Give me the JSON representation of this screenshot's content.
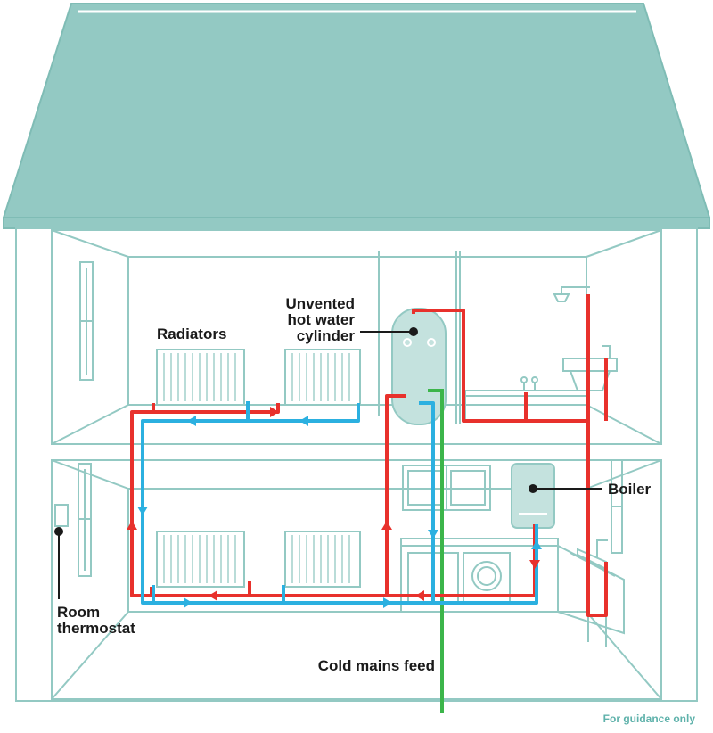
{
  "labels": {
    "radiators": "Radiators",
    "cylinder_line1": "Unvented",
    "cylinder_line2": "hot water",
    "cylinder_line3": "cylinder",
    "boiler": "Boiler",
    "thermostat_line1": "Room",
    "thermostat_line2": "thermostat",
    "cold_mains": "Cold mains feed"
  },
  "footer": {
    "note": "For guidance only"
  },
  "colors": {
    "roof": "#93c9c3",
    "outline": "#93c9c3",
    "hot_pipe": "#e8312c",
    "cold_pipe": "#2bb0e0",
    "mains_pipe": "#3cb54a",
    "label": "#1a1a1a"
  }
}
